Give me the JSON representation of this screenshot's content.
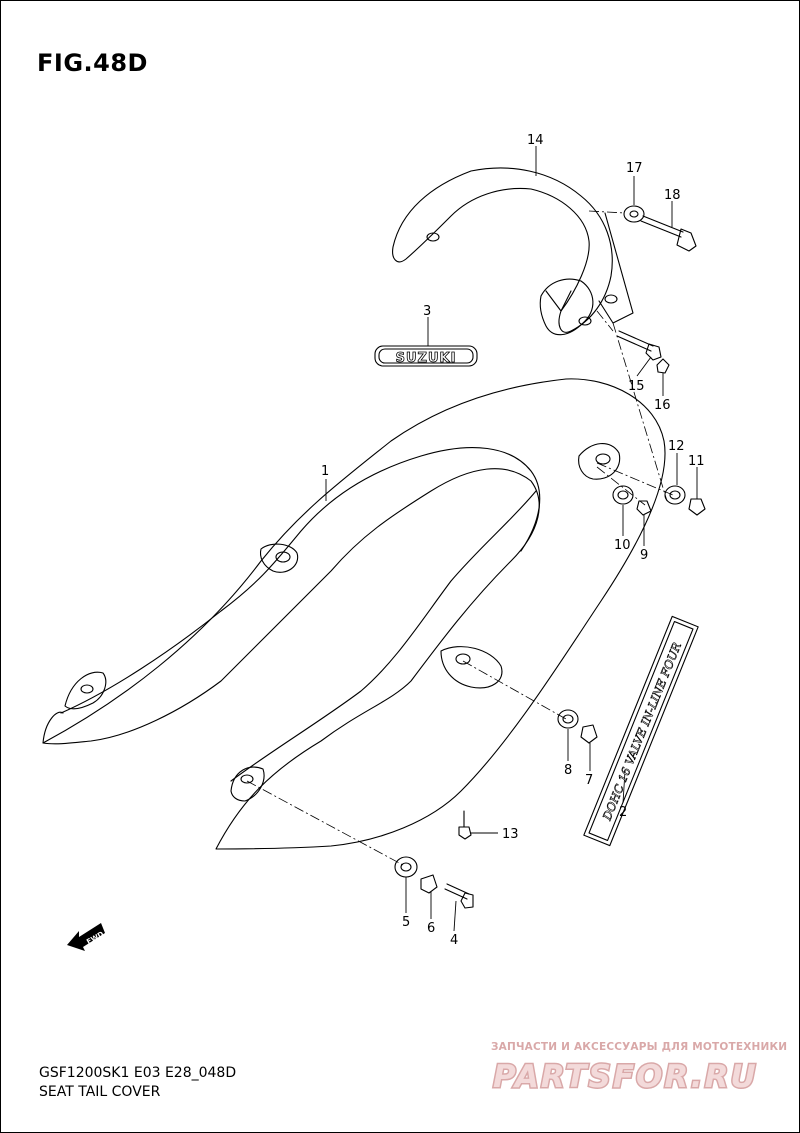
{
  "figure": {
    "title": "FIG.48D",
    "model_code": "GSF1200SK1 E03 E28_048D",
    "name": "SEAT TAIL COVER"
  },
  "emblem_text": "SUZUKI",
  "decal_text": "DOHC 16 VALVE IN-LINE FOUR",
  "fwd_label": "FWD",
  "part_callouts": [
    "1",
    "2",
    "3",
    "4",
    "5",
    "6",
    "7",
    "8",
    "9",
    "10",
    "11",
    "12",
    "13",
    "14",
    "15",
    "16",
    "17",
    "18"
  ],
  "watermark": {
    "caption": "ЗАПЧАСТИ И АКСЕССУАРЫ ДЛЯ МОТОТЕХНИКИ",
    "logo": "PARTSFOR.RU",
    "color": "#d9a8a8"
  }
}
